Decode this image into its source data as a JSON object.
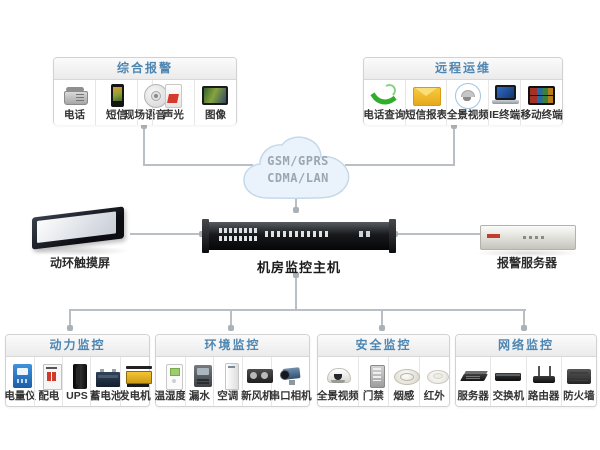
{
  "colors": {
    "title_blue": "#4e86b2",
    "line_gray": "#b9bfc4",
    "label_dark": "#333333",
    "cloud_fill": "#eaf3fb",
    "cloud_border": "#c6d9ea",
    "cloud_text": "#9aa7b2"
  },
  "cloud": {
    "line1": "GSM/GPRS",
    "line2": "CDMA/LAN"
  },
  "devices": {
    "touchscreen": "动环触摸屏",
    "host": "机房监控主机",
    "alarm_server": "报警服务器"
  },
  "top_boxes": [
    {
      "title": "综合报警",
      "items": [
        {
          "icon": "desk-phone",
          "label": "电话"
        },
        {
          "icon": "mobile-phone",
          "label": "短信"
        },
        {
          "icon": "ceiling-speaker",
          "label": "现场语音"
        },
        {
          "icon": "sound-light-alarm",
          "label": "声光"
        },
        {
          "icon": "image-monitor",
          "label": "图像"
        }
      ]
    },
    {
      "title": "远程运维",
      "items": [
        {
          "icon": "green-handset",
          "label": "电话查询"
        },
        {
          "icon": "mail-envelope",
          "label": "短信报表"
        },
        {
          "icon": "panorama-camera",
          "label": "全景视频"
        },
        {
          "icon": "laptop",
          "label": "IE终端"
        },
        {
          "icon": "tablet",
          "label": "移动终端"
        }
      ]
    }
  ],
  "bottom_boxes": [
    {
      "title": "动力监控",
      "items": [
        {
          "icon": "power-meter",
          "label": "电量仪"
        },
        {
          "icon": "distribution",
          "label": "配电"
        },
        {
          "icon": "ups-tower",
          "label": "UPS"
        },
        {
          "icon": "battery",
          "label": "蓄电池"
        },
        {
          "icon": "generator",
          "label": "发电机"
        }
      ]
    },
    {
      "title": "环境监控",
      "items": [
        {
          "icon": "temp-humidity",
          "label": "温湿度"
        },
        {
          "icon": "water-leak",
          "label": "漏水"
        },
        {
          "icon": "air-conditioner",
          "label": "空调"
        },
        {
          "icon": "fresh-air-unit",
          "label": "新风机"
        },
        {
          "icon": "serial-camera",
          "label": "串口相机"
        }
      ]
    },
    {
      "title": "安全监控",
      "items": [
        {
          "icon": "dome-camera",
          "label": "全景视频"
        },
        {
          "icon": "access-control",
          "label": "门禁"
        },
        {
          "icon": "smoke-detector",
          "label": "烟感"
        },
        {
          "icon": "infrared-detector",
          "label": "红外"
        }
      ]
    },
    {
      "title": "网络监控",
      "items": [
        {
          "icon": "server",
          "label": "服务器"
        },
        {
          "icon": "network-switch",
          "label": "交换机"
        },
        {
          "icon": "router",
          "label": "路由器"
        },
        {
          "icon": "firewall",
          "label": "防火墙"
        }
      ]
    }
  ]
}
